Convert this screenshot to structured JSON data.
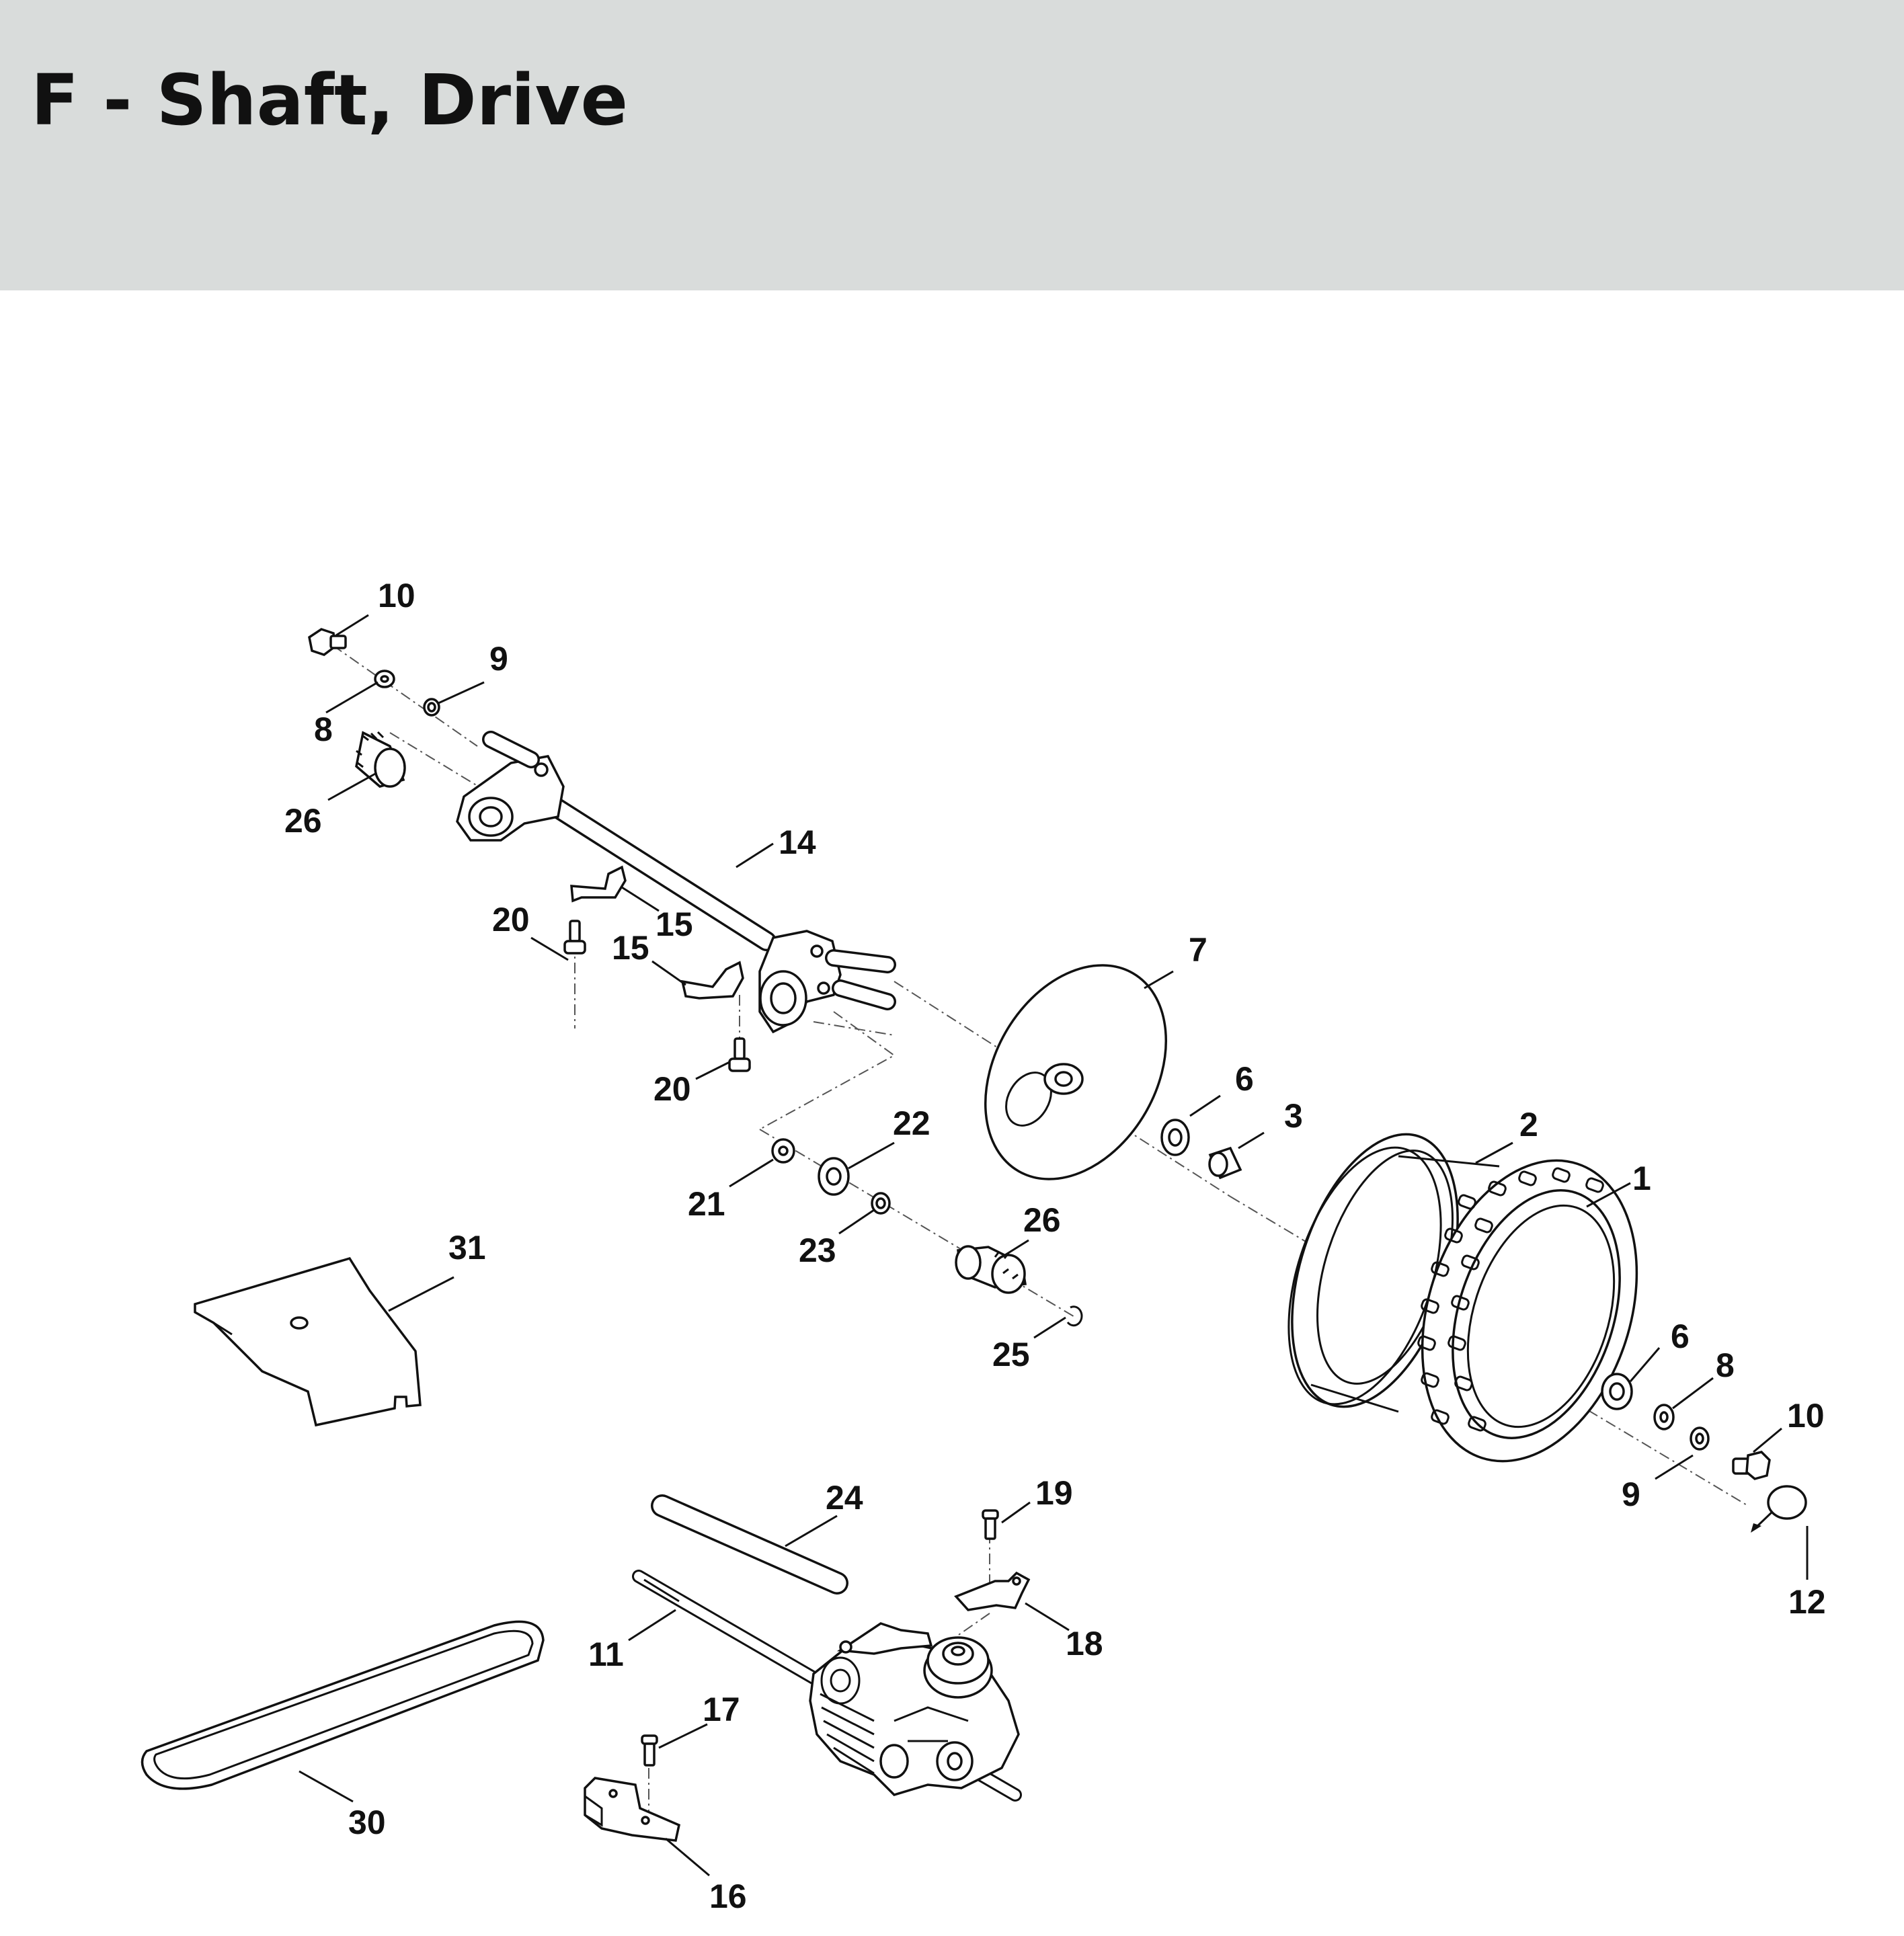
{
  "header": {
    "title": "F - Shaft, Drive",
    "background": "#d9dcdb"
  },
  "diagram": {
    "callouts": [
      {
        "id": "c10a",
        "label": "10"
      },
      {
        "id": "c9a",
        "label": "9"
      },
      {
        "id": "c8a",
        "label": "8"
      },
      {
        "id": "c26a",
        "label": "26"
      },
      {
        "id": "c14",
        "label": "14"
      },
      {
        "id": "c15a",
        "label": "15"
      },
      {
        "id": "c15b",
        "label": "15"
      },
      {
        "id": "c20a",
        "label": "20"
      },
      {
        "id": "c20b",
        "label": "20"
      },
      {
        "id": "c7",
        "label": "7"
      },
      {
        "id": "c6a",
        "label": "6"
      },
      {
        "id": "c3",
        "label": "3"
      },
      {
        "id": "c2",
        "label": "2"
      },
      {
        "id": "c1",
        "label": "1"
      },
      {
        "id": "c22",
        "label": "22"
      },
      {
        "id": "c21",
        "label": "21"
      },
      {
        "id": "c23",
        "label": "23"
      },
      {
        "id": "c26b",
        "label": "26"
      },
      {
        "id": "c25",
        "label": "25"
      },
      {
        "id": "c31",
        "label": "31"
      },
      {
        "id": "c6b",
        "label": "6"
      },
      {
        "id": "c8b",
        "label": "8"
      },
      {
        "id": "c10b",
        "label": "10"
      },
      {
        "id": "c9b",
        "label": "9"
      },
      {
        "id": "c12",
        "label": "12"
      },
      {
        "id": "c24",
        "label": "24"
      },
      {
        "id": "c19",
        "label": "19"
      },
      {
        "id": "c18",
        "label": "18"
      },
      {
        "id": "c11",
        "label": "11"
      },
      {
        "id": "c17",
        "label": "17"
      },
      {
        "id": "c30",
        "label": "30"
      },
      {
        "id": "c16",
        "label": "16"
      }
    ]
  }
}
